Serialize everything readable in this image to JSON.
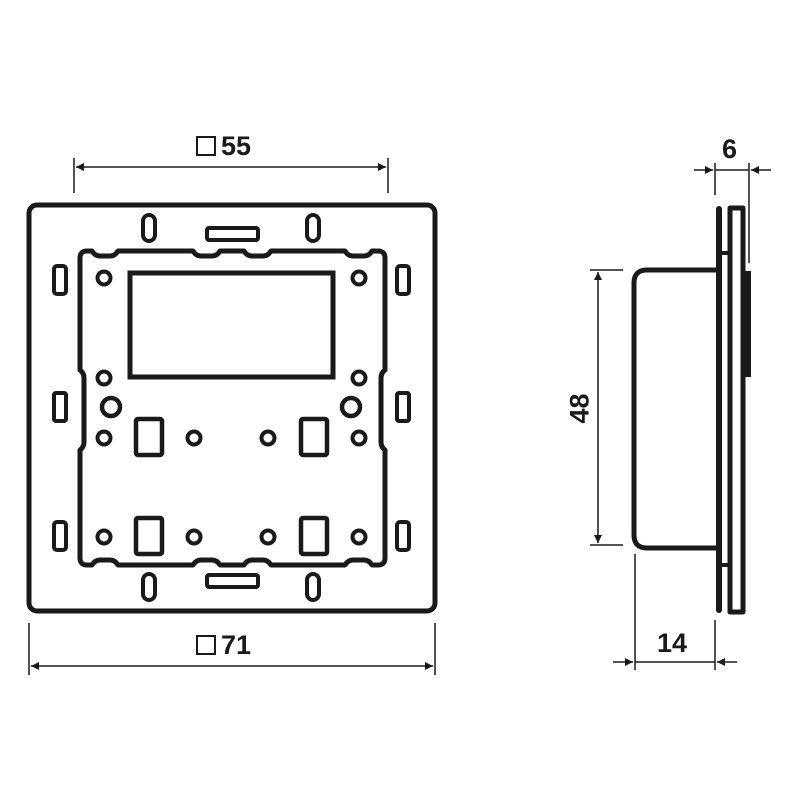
{
  "drawing": {
    "title": "Wall plate / module technical drawing",
    "stroke_color": "#1a1a1a",
    "background": "#ffffff"
  },
  "front_view": {
    "inner_dimension": {
      "symbol": "square",
      "value": "55"
    },
    "outer_dimension": {
      "symbol": "square",
      "value": "71"
    }
  },
  "side_view": {
    "plate_thickness": {
      "value": "6"
    },
    "height": {
      "value": "48"
    },
    "depth": {
      "value": "14"
    }
  }
}
